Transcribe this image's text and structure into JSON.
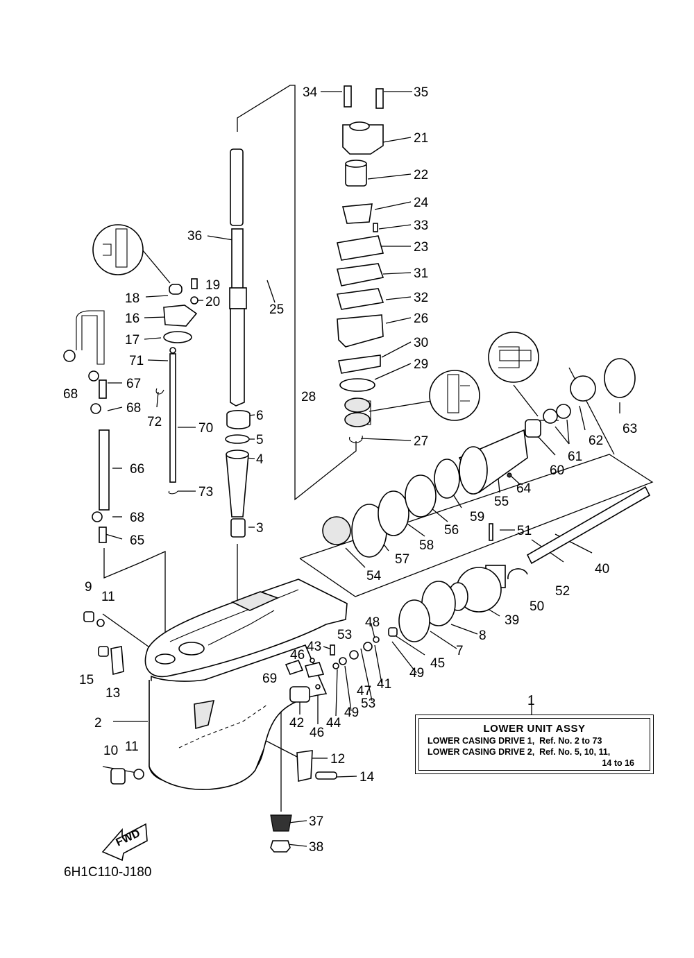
{
  "diagram": {
    "drawing_code": "6H1C110-J180",
    "fwd_label": "FWD",
    "legend": {
      "title": "LOWER UNIT ASSY",
      "line1": "LOWER CASING DRIVE 1,  Ref. No. 2 to 73",
      "line2": "LOWER CASING DRIVE 2,  Ref. No. 5, 10, 11,",
      "line3": "14 to 16"
    },
    "callouts": [
      "1",
      "2",
      "3",
      "4",
      "5",
      "6",
      "7",
      "8",
      "9",
      "10",
      "11",
      "11",
      "12",
      "13",
      "14",
      "15",
      "16",
      "17",
      "18",
      "19",
      "20",
      "21",
      "22",
      "23",
      "24",
      "25",
      "26",
      "27",
      "28",
      "29",
      "30",
      "31",
      "32",
      "33",
      "34",
      "35",
      "36",
      "37",
      "38",
      "39",
      "40",
      "41",
      "42",
      "43",
      "44",
      "45",
      "46",
      "46",
      "47",
      "48",
      "49",
      "49",
      "50",
      "51",
      "52",
      "53",
      "53",
      "54",
      "55",
      "56",
      "57",
      "58",
      "59",
      "60",
      "61",
      "62",
      "63",
      "64",
      "65",
      "66",
      "67",
      "68",
      "68",
      "68",
      "69",
      "70",
      "71",
      "72",
      "73"
    ]
  }
}
